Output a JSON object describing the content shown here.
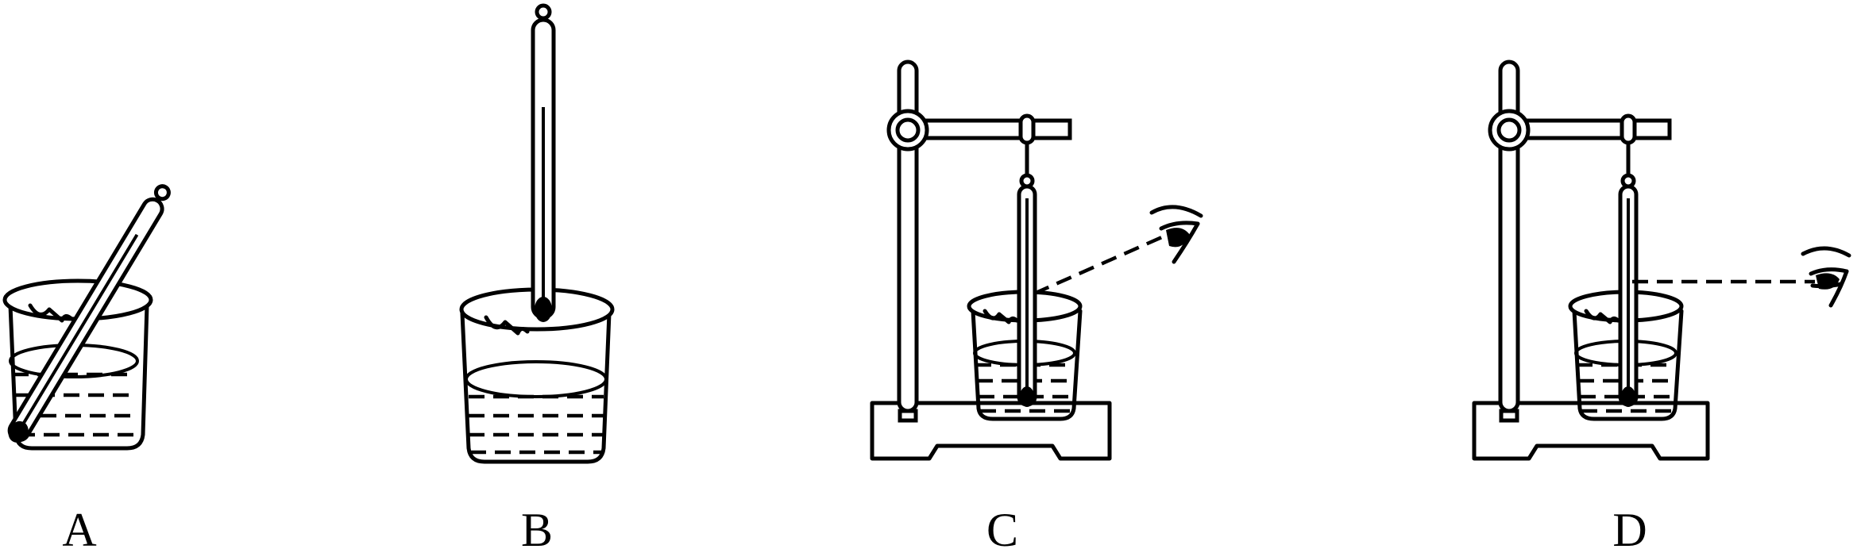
{
  "panels": [
    {
      "id": "A",
      "label": "A"
    },
    {
      "id": "B",
      "label": "B"
    },
    {
      "id": "C",
      "label": "C"
    },
    {
      "id": "D",
      "label": "D"
    }
  ],
  "icons": [
    "beaker-icon",
    "thermometer-icon",
    "stand-icon",
    "clamp-icon",
    "eye-icon"
  ],
  "colors": {
    "stroke": "#000000",
    "background": "#ffffff"
  }
}
